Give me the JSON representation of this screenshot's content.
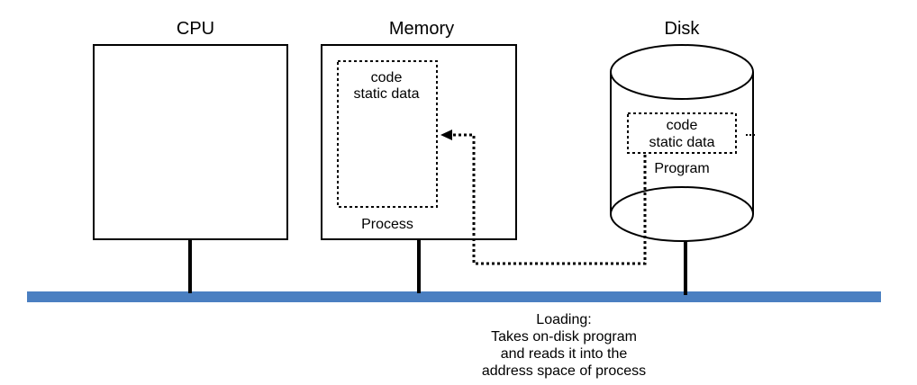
{
  "components": {
    "cpu": {
      "label": "CPU"
    },
    "memory": {
      "label": "Memory",
      "process_label": "Process",
      "segment_lines": [
        "code",
        "static data"
      ]
    },
    "disk": {
      "label": "Disk",
      "program_label": "Program",
      "segment_lines": [
        "code",
        "static data"
      ]
    }
  },
  "caption": {
    "lines": [
      "Loading:",
      "Takes on-disk program",
      "and reads it into the",
      "address space of process"
    ]
  },
  "colors": {
    "bus": "#4a7fc1",
    "stroke": "#000000",
    "background": "#ffffff"
  }
}
